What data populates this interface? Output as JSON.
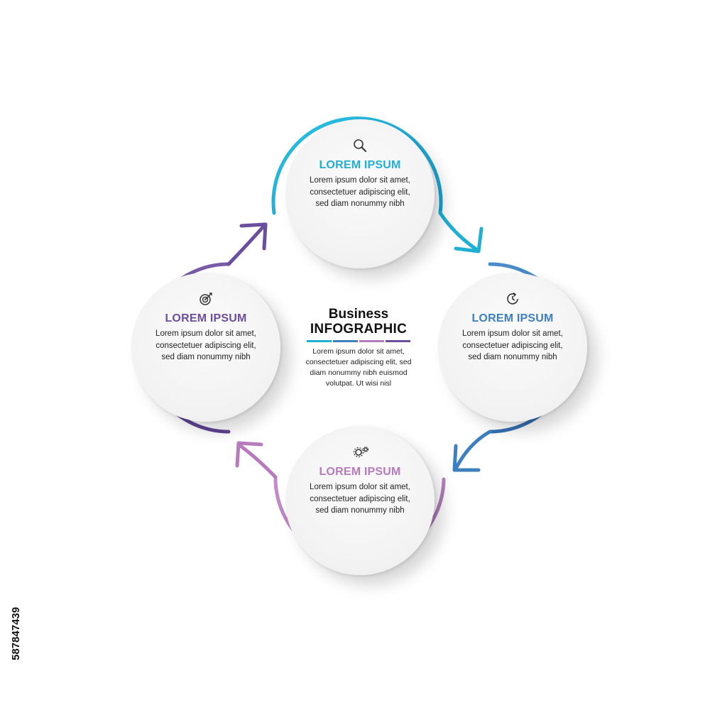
{
  "center": {
    "pre_title": "Business",
    "title": "INFOGRAPHIC",
    "body": "Lorem ipsum dolor sit amet, consectetuer adipiscing elit, sed diam nonummy nibh euismod volutpat. Ut wisi nisl"
  },
  "steps": [
    {
      "id": "top",
      "title": "LOREM IPSUM",
      "icon": "magnifier-icon",
      "color": "#1fb0d3",
      "body": "Lorem ipsum dolor sit amet, consectetuer adipiscing elit, sed diam nonummy nibh"
    },
    {
      "id": "right",
      "title": "LOREM IPSUM",
      "icon": "clock-refresh-icon",
      "color": "#3d7fbf",
      "body": "Lorem ipsum dolor sit amet, consectetuer adipiscing elit, sed diam nonummy nibh"
    },
    {
      "id": "bottom",
      "title": "LOREM IPSUM",
      "icon": "gears-icon",
      "color": "#b77bbd",
      "body": "Lorem ipsum dolor sit amet, consectetuer adipiscing elit, sed diam nonummy nibh"
    },
    {
      "id": "left",
      "title": "LOREM IPSUM",
      "icon": "target-icon",
      "color": "#6c4e9e",
      "body": "Lorem ipsum dolor sit amet, consectetuer adipiscing elit, sed diam nonummy nibh"
    }
  ],
  "colors": {
    "cyan": "#1fb0d3",
    "blue": "#3d7fbf",
    "pink": "#b77bbd",
    "purple": "#6c4e9e"
  },
  "stock_id": "587847439"
}
